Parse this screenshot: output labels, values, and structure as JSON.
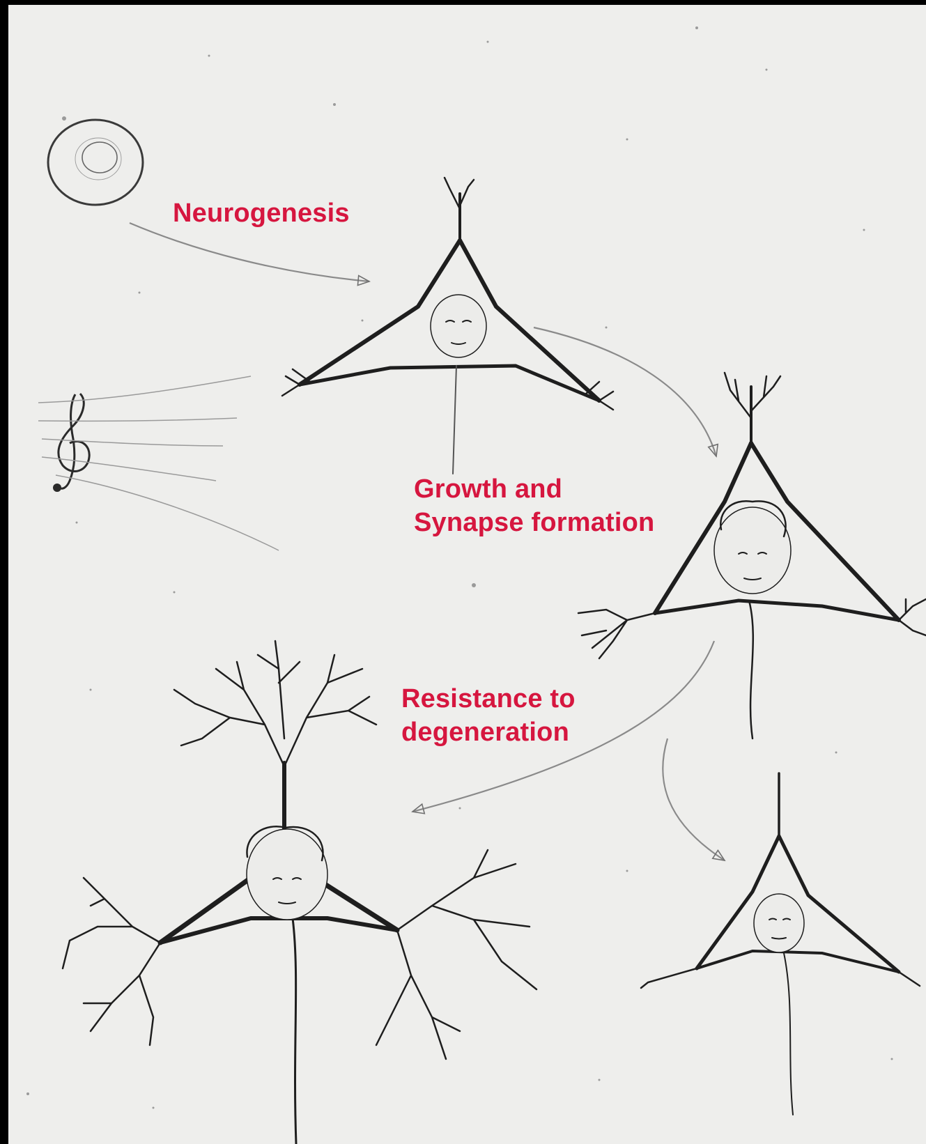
{
  "diagram": {
    "labels": {
      "neurogenesis": "Neurogenesis",
      "growth_line1": "Growth and",
      "growth_line2": "Synapse formation",
      "resistance_line1": "Resistance to",
      "resistance_line2": "degeneration"
    },
    "colors": {
      "label": "#d6163f",
      "ink": "#1e1e1e",
      "paper": "#eeeeec",
      "frame": "#000000"
    },
    "icons": [
      "sun-icon",
      "treble-clef-icon",
      "baby-face-icon",
      "adult-face-icon",
      "elder-face-icon",
      "aged-face-icon"
    ]
  }
}
